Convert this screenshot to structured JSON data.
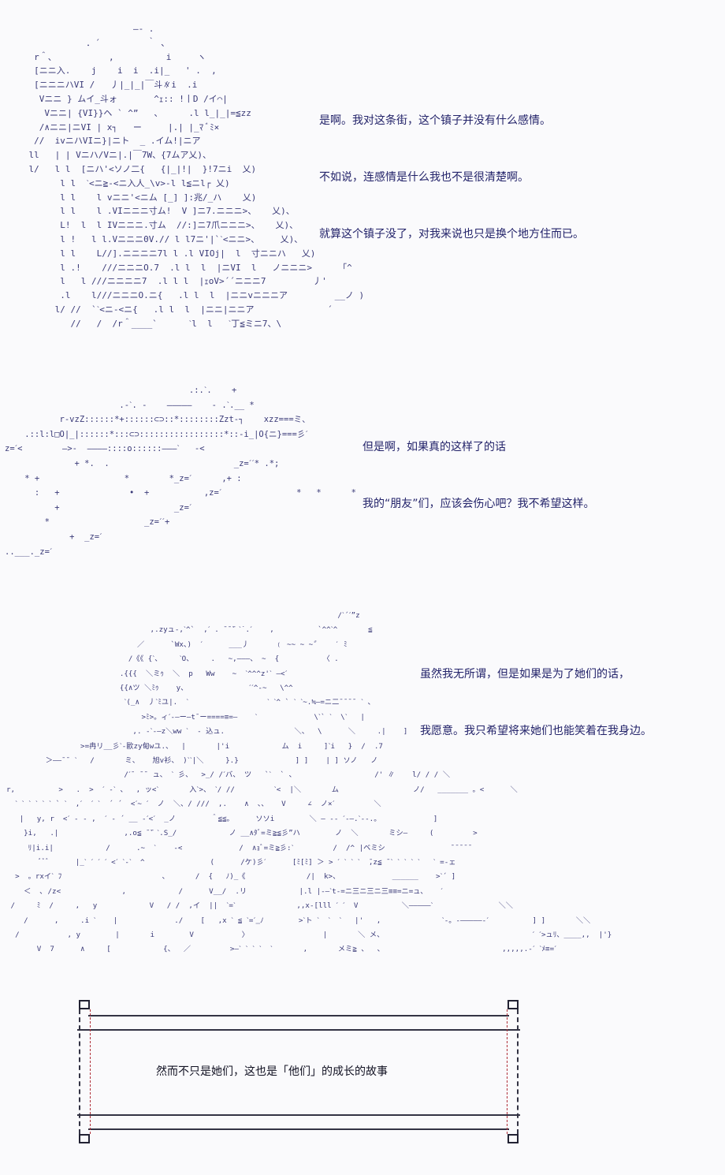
{
  "panels": [
    {
      "art_lines": [
        "                        ―- .",
        "               ．´         ｀ 、",
        "     r＾、          ,          i     ヽ",
        "     [ニニ入.    j    i  i  .i|_   ' .  ,",
        "     [ニニニハVI /   丿|_|_|￣斗∦i  .i",
        "      Vニニ } ムイ_斗ォ       ^ｪ:: !丨D /イ⌒|",
        "       Vニニ| {VI}}ヘ ` ^”   、     .l l_|_|=≦zz",
        "      /∧ニニ|ニVI | x┐   ー     |.| |_ﾏ ﾞﾐ×",
        "     //  ivニハVIニ}|ニト  _ .イム!|ニア",
        "    ll   | | Vニハ/Vニ|.|￣7W、{7ムア乂)、",
        "    l/   l l  [ニハ'<ソノ二{   {|_|!|  }!7ニi  乂)",
        "          l l  ˋ<ニ≧-<ニ入人_\\v>-l l≦ニl┌ 乂)",
        "          l l    l vニニ'<ニム [_] ]:兆/_ハ    乂)",
        "          l l    l .VIニニニ寸ム!  V ]ニ7.ニニニ>、   乂)、",
        "          L!  l  l IVニニニ.寸ム  //:]ニ7爪ニニニ>、   乂)、",
        "          l !   l l.Vニニニ0V.// l l7ニ'|`ˋ<ニニ>、    乂)、",
        "          l l    L//].ニニニニ7l l .l VIOj|  l  寸ニニハ   乂)",
        "          l .!    ///ニニニO.7  .l l  l  |ニVI  l   ノニニニ>     「^",
        "          l   l ///ニニニニ7  .l l l  |ｪoV>´´ニニニ7         丿'",
        "          .l    l///ニニニO.ニ{   .l l  l  |ニニvニニニア         __ノ )",
        "         l/ //  `ˋ<ニ-<ニ{   .l l  l  |ニニ|ニニア              ´",
        "            //   /  /r＾____`      ˋl  l   ˋ丁≦ミニ7、\\"
      ],
      "dialog": [
        "是啊。我对这条街，这个镇子并没有什么感情。",
        "不如说，连感情是什么我也不是很清楚啊。",
        "就算这个镇子没了，对我来说也只是换个地方住而已。"
      ]
    },
    {
      "art_lines": [
        "                                     .:.ˋ.    +",
        "                       .-ˋ. -    ―――――    - .ˋ.__ *",
        "           r-vzZ::::::*+::::::⊂⊃::*::::::::Zzt-┐    xzz===ミ、",
        "    .::l:l□O|_|::::::*:::⊂⊃:::::::::::::::::*::-i_|O{ニ}===彡ˊ",
        "z=ˊ<        ―>-  ――――::::o::::::―――ˋ   -<",
        "              + *.  .                         _z=ˊˊ* .*;",
        "    * +                 *        *_z=ˊ      ,+ :",
        "      :   +              •  +           ,z=ˊ               *   *      *",
        "          +                       _z=ˊ",
        "        *                   _z=ˊˊ+",
        "             +  _z=ˊ",
        "..___._z=ˊ"
      ],
      "dialog": [
        "但是啊，如果真的这样了的话",
        "我的“朋友”们，应该会伤心吧？我不希望这样。"
      ]
    },
    {
      "art_lines": [
        "                                                                            /ˋ´ˊ”z",
        "                                 ,.zyュ-,ˋ^`  ,ˊ . ̄ ̄ ̄ˋ ˋ˙.ˊ    ,          `^^ˋ^       ≦",
        "                              ／      `Wx、)  ˊ      ___丿      ﹙ ~~ ~ ~ﹰ    ′ ﾐ",
        "                            /《《 {ˋ、    ˋO、    .   ~,―――、 ~  {          〈 .",
        "                          .{{{  ＼ミｩ  ＼  p   Ww    ~  ˋ^^^z'ˋ ―<ˊ",
        "                          {{∧ツ ＼ﾐｩ    y、              ˊˊ^-~   \\^^",
        "                           ˋ(_∧  丿ˋﾐユ|.  ˋ                  ˋ ˋ^ ` ˋ ˋ~.≒―=ニ二¯¯¯¯ ˋ 、",
        "                               >ﾐ>。ィˊ-―ー―t¯ー====≡=―    ˋ             \\ˋ` ˋ  \\ˋ   |",
        "                             ,. -ˋ-―z＼ww ˋ  - 込ュ.                ＼、  \\      ＼     .|    ]",
        "                 >=冉リ__彡ˋ-歐zy甸wユ.、  |       |'i            ム  i     ]ˋi   }  /  .7",
        "         ＞――¯¯ ˋ   /       ミ、   旭v衫、 )ˋˋ|＼     }.}             ] ]    | ] ソノ   ノ",
        "                           /ˊ¯ ¯¯ ュ、 ˋ 彡、  >_/ /ˊバ、 ツ   `ˋ  ` 、                  /' ∥    l/ / / ＼",
        "r,          >   .  >  ˊ -ˋ 、  , ッ<ˋ       入ˋ>、 ˋ/ //         ˋ<  |＼       ム                 ノ/   _______ 。<      ＼",
        "  ˋ ˋ ˋ ˋ ˋ ˋ ` ˋ  ,ˊ  ˊ ˋ  ´ ´  <ˊ~ ˊ  ノ  ＼、/ ///  ,.    ∧  、、   V     ∠  ノ×ˊ         ＼",
        "   |   y, r  <ˊ - - ,  ˊ - ´ __ -ˊ<ˊ  _ノ        ＾≦≦。     ソソi        ＼ ― -- ˊ-―.ˋ--.。            ]",
        "    }i,   .|               ,.o≦ ̄ ̄ˋ ˋ.S_/            ノ __∧ﾀﾞ=ミ≧≦彡”ハ        ノ  ＼       ミシ―     (         >",
        "     ﾘ|i.i|            /      .~  ˋ    -<             /  ∧ｮﾞ=ミ≧彡:ˋ         /  /^ |ベミシ               ¯¯¯¯¯",
        "        ﾞﾞﾞ      |_ˋ ˊ ˊ ˊ <ˊ ˋ-ˋ  ^               (      /ケ)彡ˊ      [ﾐ[ﾐ] ＞ > ˊ ˋ ˋ ˋ  ̄,z≦ ̄ ˋ ˋ ˋ ˋ ˋ   ˋ =-ェ",
        "  >  。rxイˋ ﾌ                       、      /  {   ﾉ)_《              /|  k>、            ______    >ˋ´ ]",
        "    ＜  ､ /z<              ,            /      V__/  .リ            |.l |-―ˋt-=ニ三ニ三ニ三≡≡=ニ=ュ、   ˊ",
        " /     ﾐ  /     ,   y            V   / /  ,イ  ||  ˋ=ˋ              ,,x-[lll ˊ ˊ  V          ＼―――――ˋ               ＼＼",
        "    /      ,     .i ˋ    |             ./    [   ,x ˋ ≦ ˋ=ˊ‗ﾉ        >ˋト ˋ  ˋ  ˋ   |'   ,              ˋ-。-―――――-ˊ          ] ]       ＼＼",
        "  /           , y        |       i        V           〉                 |       ＼ メ、                                  ˊ ˊ>ュﾘ、____,,  |'}",
        "       V  7      ∧     [            {、  ／         >―ˋ ˋ ˋ ˋ  ˋ       ,       メミ≧ 、  、                           ,,,,,.-ˊ ˋﾒ≡=ˊ"
      ],
      "dialog": [
        "虽然我无所谓，但是如果是为了她们的话，",
        "我愿意。我只希望将来她们也能笑着在我身边。"
      ]
    }
  ],
  "narration": {
    "text": "然而不只是她们，这也是「他们」的成长的故事"
  }
}
